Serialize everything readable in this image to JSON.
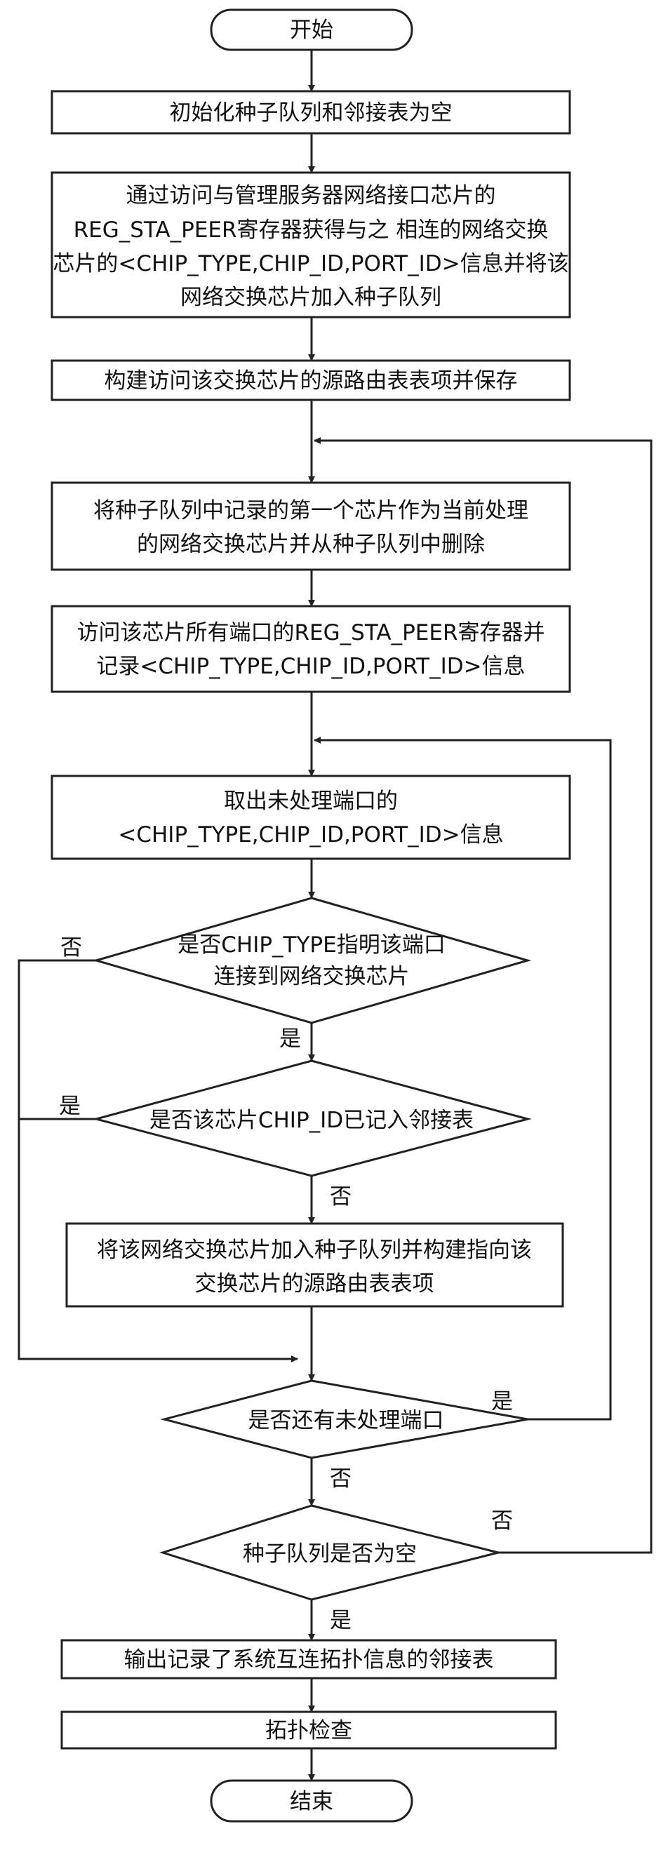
{
  "flowchart": {
    "start": "开始",
    "step_init": "初始化种子队列和邻接表为空",
    "step_access": [
      "通过访问与管理服务器网络接口芯片的",
      "REG_STA_PEER寄存器获得与之 相连的网络交换",
      "芯片的<CHIP_TYPE,CHIP_ID,PORT_ID>信息并将该",
      "网络交换芯片加入种子队列"
    ],
    "step_build_route": "构建访问该交换芯片的源路由表表项并保存",
    "step_pop_seed": [
      "将种子队列中记录的第一个芯片作为当前处理",
      "的网络交换芯片并从种子队列中删除"
    ],
    "step_read_ports": [
      "访问该芯片所有端口的REG_STA_PEER寄存器并",
      "记录<CHIP_TYPE,CHIP_ID,PORT_ID>信息"
    ],
    "step_take_port": [
      "取出未处理端口的",
      "<CHIP_TYPE,CHIP_ID,PORT_ID>信息"
    ],
    "decision_is_switch": [
      "是否CHIP_TYPE指明该端口",
      "连接到网络交换芯片"
    ],
    "decision_in_adjacency": "是否该芯片CHIP_ID已记入邻接表",
    "step_add_seed": [
      "将该网络交换芯片加入种子队列并构建指向该",
      "交换芯片的源路由表表项"
    ],
    "decision_more_ports": "是否还有未处理端口",
    "decision_seed_empty": "种子队列是否为空",
    "step_output": "输出记录了系统互连拓扑信息的邻接表",
    "step_check": "拓扑检查",
    "end": "结束",
    "labels": {
      "d1_no": "否",
      "d1_yes": "是",
      "d2_yes": "是",
      "d2_no": "否",
      "d3_yes": "是",
      "d3_no": "否",
      "d4_no": "否",
      "d4_yes": "是"
    }
  }
}
